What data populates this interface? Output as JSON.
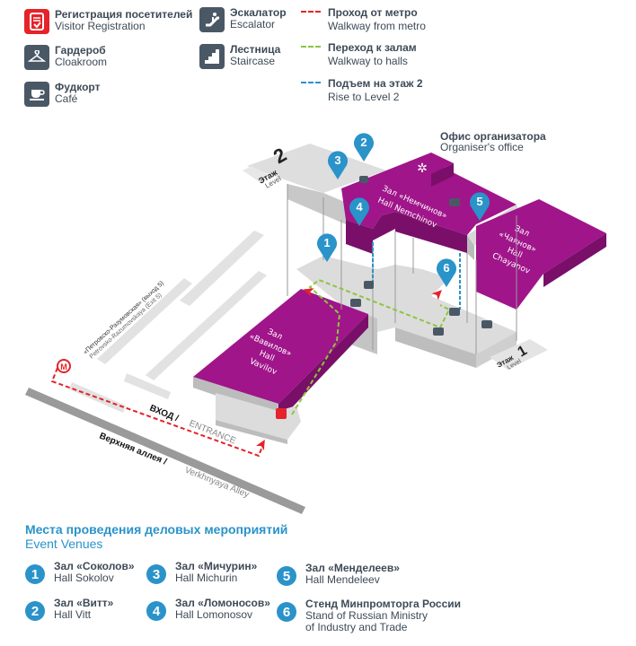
{
  "legend": {
    "facilities": [
      {
        "icon": "registration-icon",
        "ru": "Регистрация посетителей",
        "en": "Visitor Registration"
      },
      {
        "icon": "hanger-icon",
        "ru": "Гардероб",
        "en": "Cloakroom"
      },
      {
        "icon": "coffee-cup-icon",
        "ru": "Фудкорт",
        "en": "Café"
      },
      {
        "icon": "escalator-icon",
        "ru": "Эскалатор",
        "en": "Escalator"
      },
      {
        "icon": "staircase-icon",
        "ru": "Лестница",
        "en": "Staircase"
      }
    ],
    "routes": [
      {
        "ru": "Проход от метро",
        "en": "Walkway from metro",
        "color": "#e52329"
      },
      {
        "ru": "Переход к залам",
        "en": "Walkway to halls",
        "color": "#8cc63f"
      },
      {
        "ru": "Подъем на этаж 2",
        "en": "Rise to Level 2",
        "color": "#2a93c9"
      }
    ]
  },
  "map": {
    "organiser_office": {
      "ru": "Офис организатора",
      "en": "Organiser's office"
    },
    "level2": {
      "ru": "Этаж",
      "en": "Level",
      "num": "2"
    },
    "level1": {
      "ru": "Этаж",
      "en": "Level",
      "num": "1"
    },
    "halls": {
      "nemchinov": {
        "ru": "Зал «Немчинов»",
        "en": "Hall Nemchinov"
      },
      "chayanov": {
        "ru1": "Зал",
        "ru2": "«Чаянов»",
        "en1": "Hall",
        "en2": "Chayanov"
      },
      "vavilov": {
        "ru1": "Зал",
        "ru2": "«Вавилов»",
        "en1": "Hall",
        "en2": "Vavilov"
      }
    },
    "metro": {
      "ru": "«Петровско-Разумовская» (выход 5)",
      "en": "Petrovsko-Razumovskaya (Exit 5)"
    },
    "entrance": {
      "ru": "ВХОД /",
      "en": "ENTRANCE"
    },
    "alley": {
      "ru": "Верхняя аллея /",
      "en": "Verkhnyaya Alley"
    },
    "pins": [
      "1",
      "2",
      "3",
      "4",
      "5",
      "6"
    ],
    "colors": {
      "hall": "#a0158a",
      "hall_side": "#7a0f69",
      "floor": "#dcdcdc",
      "floor_side": "#b8b8b8",
      "pin": "#2a93c9"
    }
  },
  "venues": {
    "title_ru": "Места проведения деловых мероприятий",
    "title_en": "Event Venues",
    "items": [
      {
        "num": "1",
        "ru": "Зал «Соколов»",
        "en": "Hall Sokolov"
      },
      {
        "num": "2",
        "ru": "Зал «Витт»",
        "en": "Hall Vitt"
      },
      {
        "num": "3",
        "ru": "Зал «Мичурин»",
        "en": "Hall Michurin"
      },
      {
        "num": "4",
        "ru": "Зал «Ломоносов»",
        "en": "Hall Lomonosov"
      },
      {
        "num": "5",
        "ru": "Зал «Менделеев»",
        "en": "Hall Mendeleev"
      },
      {
        "num": "6",
        "ru": "Стенд Минпромторга России",
        "en": "Stand of Russian Ministry",
        "en2": "of Industry and Trade"
      }
    ]
  }
}
